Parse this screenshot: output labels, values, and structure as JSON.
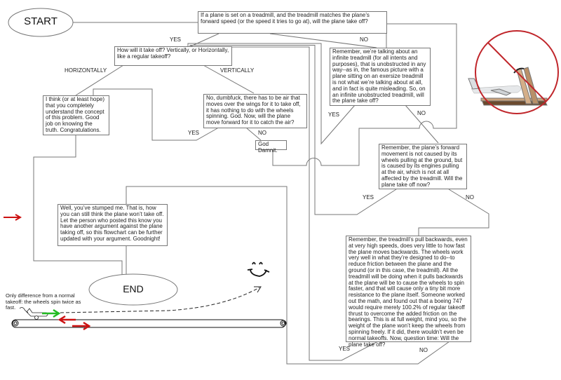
{
  "terminals": {
    "start": "START",
    "end": "END"
  },
  "nodes": {
    "q1": "If a plane is set on a treadmill, and the treadmill matches the plane’s forward speed (or the speed it tries to go at), will the plane take off?",
    "q_how": "How will it take off? Vertically, or Horizontally, like a regular takeoff?",
    "congrats": "I think (or at least hope) that you completely understand the concept of this problem. Good job on knowing the truth. Congratulations.",
    "vertical": "No, dumbfuck, there has to be air that moves over the wings for it to take off, it has nothing to do with the wheels spinning. God. Now, will the plane move forward for it to catch the air?",
    "god_damnit": "God Damnit.",
    "infinite": "Remember, we’re talking about an infinite treadmill (for all intents and purposes), that is unobstructed in any way--as in, the famous picture with a plane sitting on an exersize treadmill is not what we’re talking about at all, and in fact is quite misleading. So, on an infinite unobstructed treadmill, will the plane take off?",
    "forward": "Remember, the plane’s forward movement is not caused by its wheels pulling at the ground, but is caused by its engines pulling at the air, which is not at all affected by the treadmill. Will the plane take off now?",
    "stumped": "Well, you’ve stumped me. That is, how you can still think the plane won’t take off. Let the person who posted this know you have another argument against the plane taking off, so this flowchart can be further updated with your argument. Goodnight!",
    "pull_back": "Remember, the treadmill’s pull backwards, even at very high speeds, does very little to how fast the plane moves backwards. The wheels work very well in what they’re designed to do--to reduce friction between the plane and the ground (or in this case, the treadmill). All the treadmill will be doing when it pulls backwards at the plane will be to cause the wheels to spin faster, and that will cause only a tiny bit more resistance to the plane itself. Someone worked out the math, and found out that a boeing 747 would require merely 100.2% of regular takeoff thrust to overcome the added friction on the bearings. This is at full weight, mind you, so the weight of the plane won’t keep the wheels from spinning freely. If it did, there wouldn’t even be normal takeoffs. Now, question time: Will the plane take off?"
  },
  "edge_labels": {
    "q1_yes": "YES",
    "q1_no": "NO",
    "horizontally": "HORIZONTALLY",
    "vertically": "VERTICALLY",
    "vertical_yes": "YES",
    "vertical_no": "NO",
    "infinite_yes": "YES",
    "infinite_no": "NO",
    "forward_yes": "YES",
    "forward_no": "NO",
    "pull_yes": "YES",
    "pull_no": "NO"
  },
  "illustration": {
    "caption": "Only difference from a normal takeoff: the wheels spin twice as fast."
  },
  "colors": {
    "line": "#777777",
    "red": "#cc1111",
    "green": "#22bb22",
    "sign": "#c0262b"
  }
}
